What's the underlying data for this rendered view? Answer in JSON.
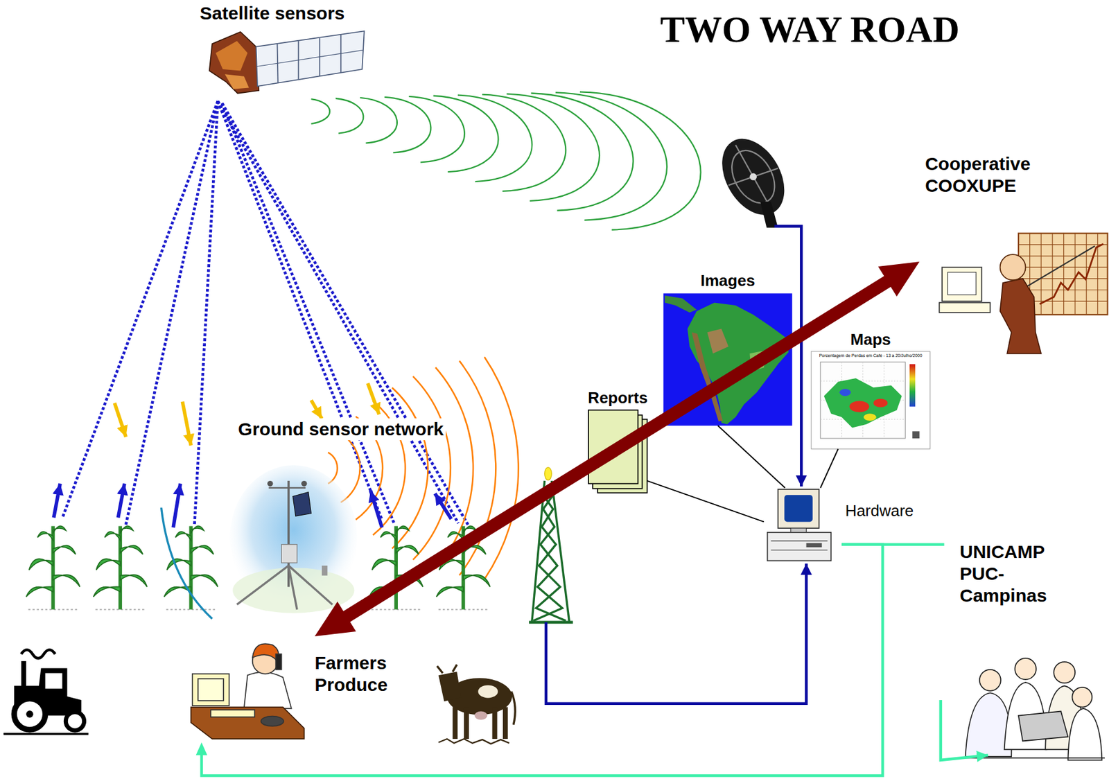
{
  "diagram": {
    "title": "TWO WAY ROAD",
    "nodes": [
      {
        "text": [
          "Cooperative COOXUPE"
        ]
      },
      {
        "text": [
          "Images"
        ]
      },
      {
        "text": [
          "Maps"
        ]
      },
      {
        "text": [
          "Reports"
        ]
      },
      {
        "text": [
          "Hardware"
        ]
      },
      {
        "text": [
          "UNICAMP PUC-Campinas"
        ]
      },
      {
        "text": [
          "Farmers Produce"
        ]
      }
    ],
    "edges": [
      {
        "from": 6,
        "to": 0,
        "arrow": "both"
      },
      {
        "from": 1,
        "to": 4,
        "arrow": "none"
      },
      {
        "from": 2,
        "to": 4,
        "arrow": "none"
      },
      {
        "from": 3,
        "to": 4,
        "arrow": "none"
      },
      {
        "from": 4,
        "to": 6,
        "arrow": "to"
      },
      {
        "from": 4,
        "to": 5,
        "arrow": "none"
      }
    ],
    "labels": [
      "Satellite sensors",
      "Ground sensor network",
      "Porcentagem de Perdas em Café - 13 a 20/Julho/2000"
    ]
  }
}
